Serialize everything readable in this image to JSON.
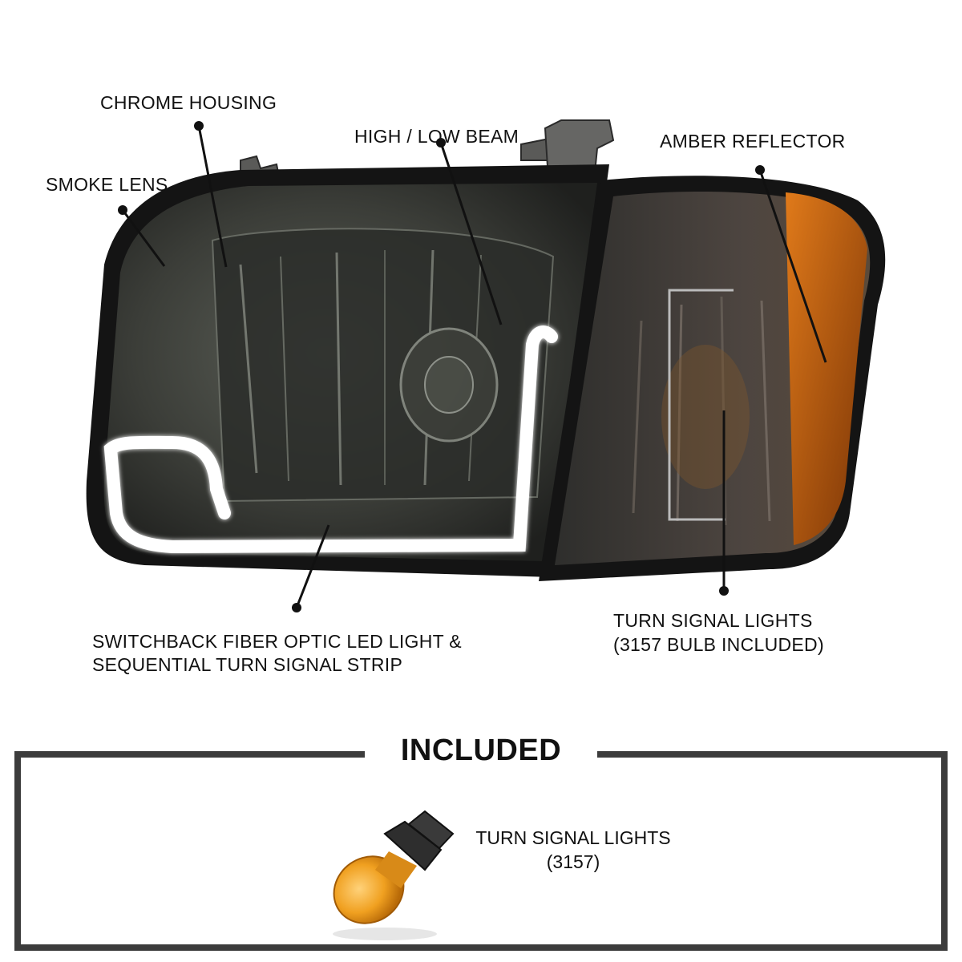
{
  "callouts": {
    "chrome_housing": "CHROME HOUSING",
    "smoke_lens": "SMOKE LENS",
    "high_low_beam": "HIGH / LOW BEAM",
    "amber_reflector": "AMBER REFLECTOR",
    "fiber_optic_line1": "SWITCHBACK FIBER OPTIC LED LIGHT &",
    "fiber_optic_line2": "SEQUENTIAL TURN SIGNAL STRIP",
    "turn_signal_line1": "TURN SIGNAL LIGHTS",
    "turn_signal_line2": "(3157 BULB INCLUDED)"
  },
  "included": {
    "title": "INCLUDED",
    "item_line1": "TURN SIGNAL LIGHTS",
    "item_line2": "(3157)"
  },
  "colors": {
    "smoke_lens": "#3a3a38",
    "housing_frame": "#1a1a1a",
    "amber": "#c8610a",
    "led_strip": "#ffffff",
    "box_border": "#3c3c3c"
  }
}
